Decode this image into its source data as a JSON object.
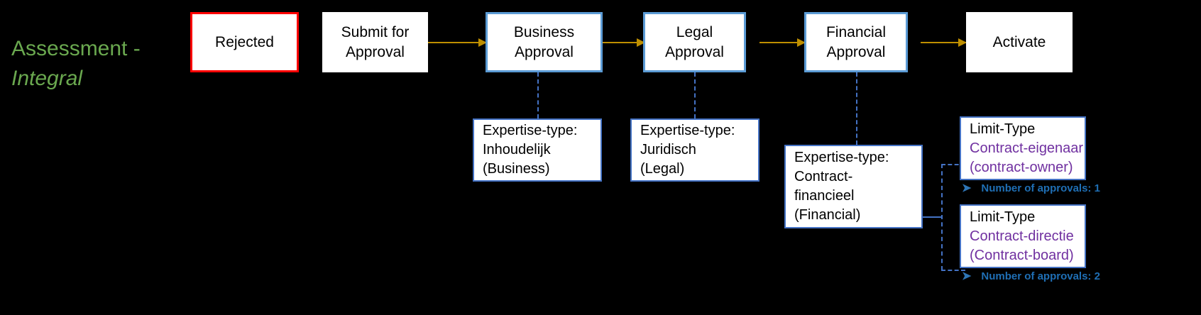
{
  "title": {
    "line1": "Assessment -",
    "line2": "Integral",
    "color": "#6AA84F"
  },
  "colors": {
    "arrow": "#BF8F00",
    "approval_border": "#5B9BD5",
    "rejected_border": "#FF0000",
    "info_border": "#4472C4",
    "purple_text": "#7030A0",
    "note_text": "#1F6FB5",
    "background": "#000000",
    "box_fill": "#FFFFFF"
  },
  "flow": {
    "nodes": [
      {
        "id": "rejected",
        "label_line1": "Rejected",
        "label_line2": "",
        "border": "red"
      },
      {
        "id": "submit",
        "label_line1": "Submit for",
        "label_line2": "Approval",
        "border": "none"
      },
      {
        "id": "business",
        "label_line1": "Business",
        "label_line2": "Approval",
        "border": "blue"
      },
      {
        "id": "legal",
        "label_line1": "Legal",
        "label_line2": "Approval",
        "border": "blue"
      },
      {
        "id": "financial",
        "label_line1": "Financial",
        "label_line2": "Approval",
        "border": "blue"
      },
      {
        "id": "activate",
        "label_line1": "Activate",
        "label_line2": "",
        "border": "none"
      }
    ]
  },
  "expertise_boxes": [
    {
      "id": "business-expertise",
      "lines": [
        "Expertise-type:",
        "Inhoudelijk",
        "(Business)"
      ]
    },
    {
      "id": "legal-expertise",
      "lines": [
        "Expertise-type:",
        "Juridisch",
        "(Legal)"
      ]
    },
    {
      "id": "financial-expertise",
      "lines": [
        "Expertise-type:",
        "Contract-",
        "financieel",
        "(Financial)"
      ]
    }
  ],
  "limit_types": [
    {
      "id": "contract-owner",
      "heading": "Limit-Type",
      "name_nl": "Contract-eigenaar",
      "name_en": "(contract-owner)",
      "note": "Number of approvals: 1",
      "bullet": "arrow-bullet-icon"
    },
    {
      "id": "contract-board",
      "heading": "Limit-Type",
      "name_nl": "Contract-directie",
      "name_en": "(Contract-board)",
      "note": "Number of approvals: 2",
      "bullet": "arrow-bullet-icon"
    }
  ]
}
